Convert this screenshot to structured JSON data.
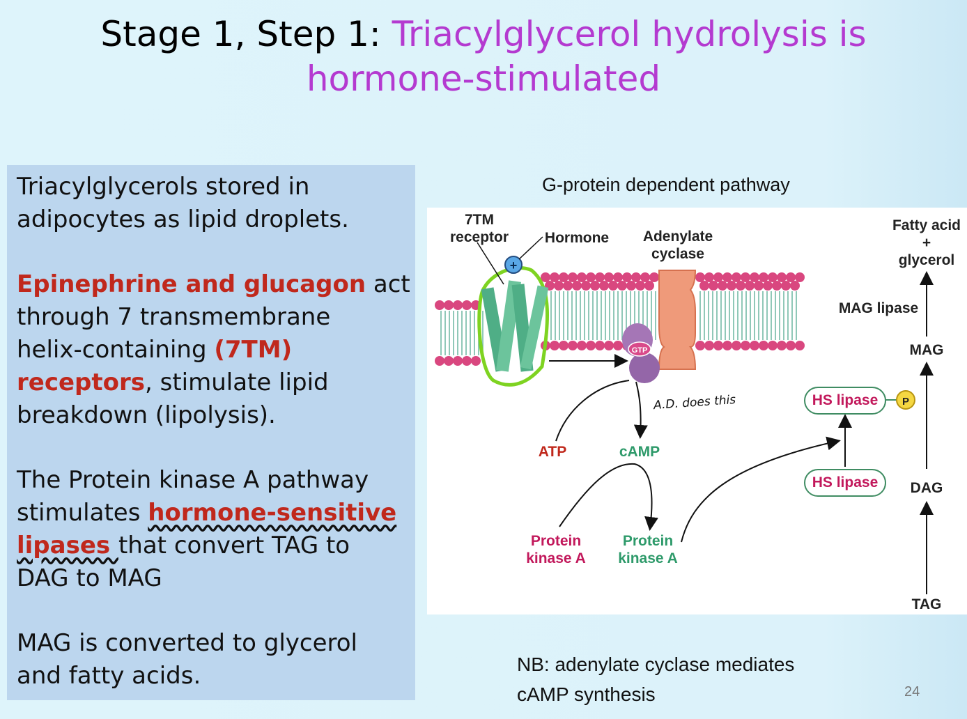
{
  "title": {
    "prefix": "Stage 1, Step 1: ",
    "highlight": "Triacylglycerol hydrolysis is",
    "line2": "hormone-stimulated"
  },
  "textbox": {
    "p1": "Triacylglycerols stored in\nadipocytes as lipid droplets.",
    "p2_red": "Epinephrine and glucagon",
    "p2_text1": " act\nthrough 7 transmembrane\nhelix-containing ",
    "p2_red2": "(7TM)\nreceptors",
    "p2_text2": ", stimulate lipid\nbreakdown (lipolysis).",
    "p3_text1": "The Protein kinase A pathway\nstimulates ",
    "p3_red": "hormone-sensitive\nlipases ",
    "p3_text2": "that convert TAG to\nDAG to MAG",
    "p4": "MAG is converted to glycerol\nand fatty acids."
  },
  "diagram": {
    "caption": "G-protein dependent pathway",
    "labels": {
      "receptor": "7TM\nreceptor",
      "hormone": "Hormone",
      "adenylate": "Adenylate\ncyclase",
      "gtp": "GTP",
      "plus": "+",
      "atp": "ATP",
      "camp": "cAMP",
      "pka_inactive": "Protein\nkinase A",
      "pka_active": "Protein\nkinase A",
      "hs_lipase_p": "HS lipase",
      "hs_lipase": "HS lipase",
      "phosphate": "P",
      "fatty_acid": "Fatty acid\n+\nglycerol",
      "mag_lipase": "MAG lipase",
      "mag": "MAG",
      "dag": "DAG",
      "tag": "TAG",
      "handnote": "A.D.  does this"
    },
    "colors": {
      "headgroup": "#d9477f",
      "helix": "#4fae86",
      "cyclase": "#ef9a7a",
      "gprotein": "#a576b6"
    }
  },
  "nb": "NB:  adenylate cyclase mediates\ncAMP synthesis",
  "page_number": "24"
}
